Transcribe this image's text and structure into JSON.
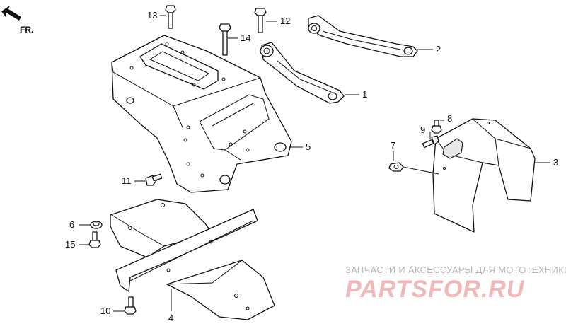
{
  "direction": {
    "text": "FR."
  },
  "callouts": [
    "1",
    "2",
    "3",
    "4",
    "5",
    "6",
    "7",
    "8",
    "9",
    "10",
    "11",
    "12",
    "13",
    "14",
    "15"
  ],
  "watermark": {
    "line1": "ЗАПЧАСТИ И АКСЕССУАРЫ ДЛЯ МОТОТЕХНИКИ",
    "line2": "PARTSFOR.RU"
  }
}
